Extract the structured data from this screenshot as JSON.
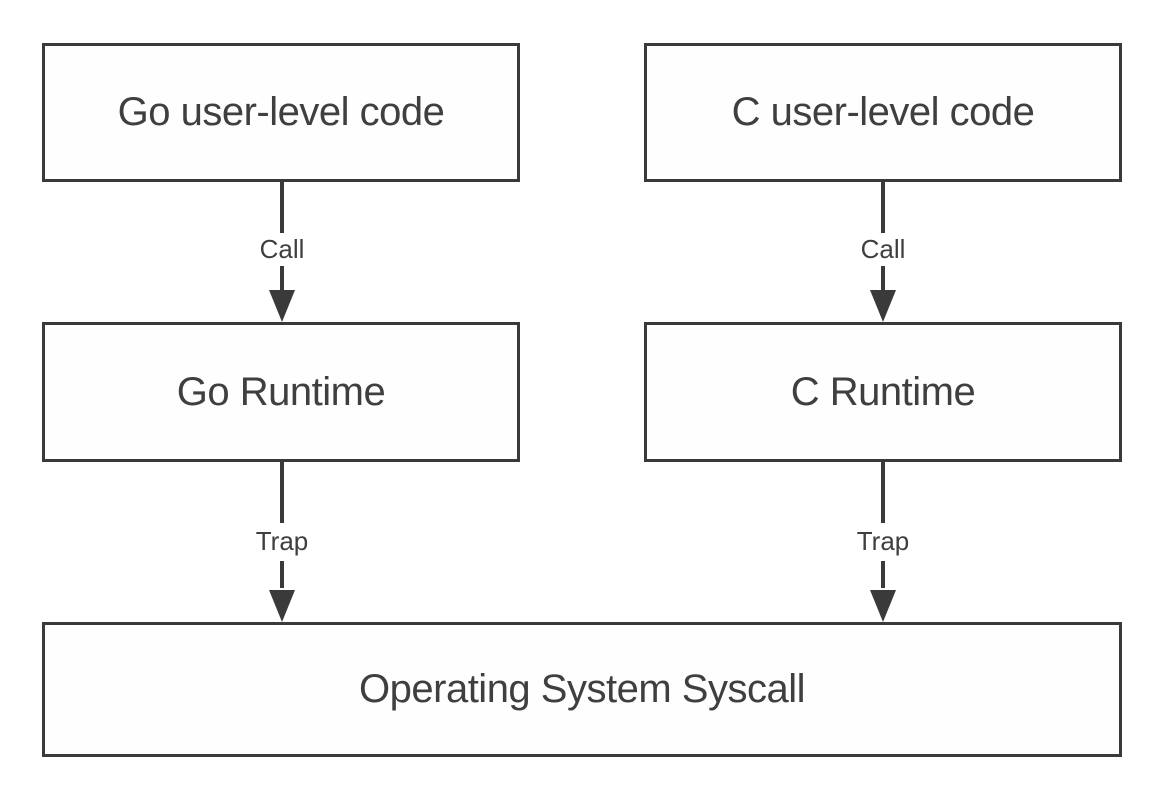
{
  "diagram": {
    "boxes": {
      "go_user": "Go user-level code",
      "c_user": "C user-level code",
      "go_runtime": "Go Runtime",
      "c_runtime": "C Runtime",
      "os_syscall": "Operating System Syscall"
    },
    "arrows": {
      "go_call": "Call",
      "c_call": "Call",
      "go_trap": "Trap",
      "c_trap": "Trap"
    },
    "colors": {
      "stroke": "#3a3a3a",
      "text": "#3f3f3f",
      "background": "#ffffff"
    }
  }
}
